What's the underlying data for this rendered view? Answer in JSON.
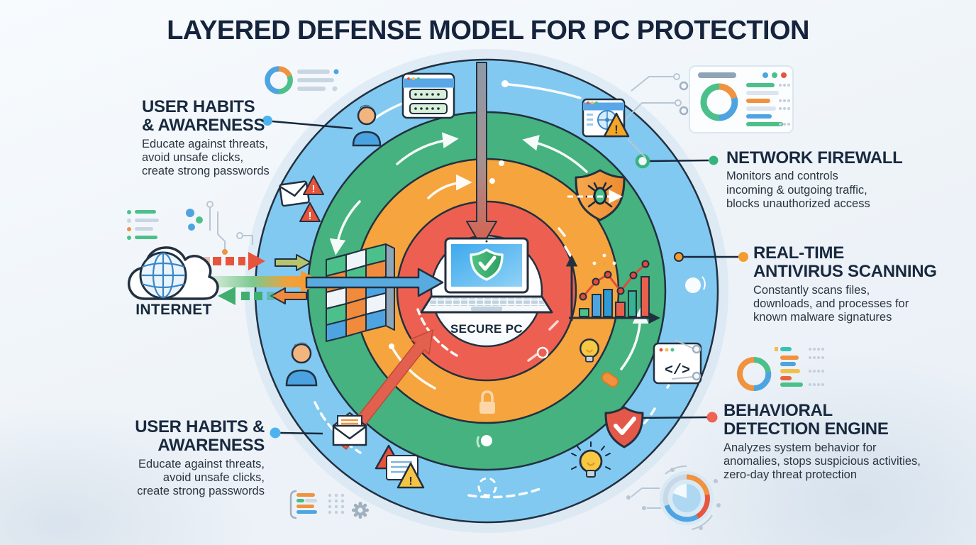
{
  "title": "LAYERED DEFENSE MODEL FOR PC PROTECTION",
  "center_label": "SECURE PC",
  "internet_label": "INTERNET",
  "callouts": {
    "user_habits_top": {
      "heading_lines": [
        "USER HABITS",
        "& AWARENESS"
      ],
      "body_lines": [
        "Educate against threats,",
        "avoid unsafe clicks,",
        "create strong passwords"
      ]
    },
    "network_firewall": {
      "heading_lines": [
        "NETWORK FIREWALL"
      ],
      "body_lines": [
        "Monitors and controls",
        "incoming & outgoing traffic,",
        "blocks unauthorized access"
      ]
    },
    "realtime_antivirus": {
      "heading_lines": [
        "REAL-TIME",
        "ANTIVIRUS SCANNING"
      ],
      "body_lines": [
        "Constantly scans files,",
        "downloads, and processes for",
        "known malware signatures"
      ]
    },
    "behavioral_engine": {
      "heading_lines": [
        "BEHAVIORAL",
        "DETECTION ENGINE"
      ],
      "body_lines": [
        "Analyzes system behavior for",
        "anomalies, stops suspicious activities,",
        "zero-day threat protection"
      ]
    },
    "user_habits_bottom": {
      "heading_lines": [
        "USER HABITS &",
        "AWARENESS"
      ],
      "body_lines": [
        "Educate against threats,",
        "avoid unsafe clicks,",
        "create strong passwords"
      ]
    }
  },
  "icons": {
    "code_glyph": "</>",
    "warning_glyph": "!"
  },
  "colors": {
    "ring_blue": "#82c9f2",
    "ring_green": "#45b27f",
    "ring_orange": "#f6a43e",
    "ring_red": "#ed6051",
    "center_fill": "#f9fcff",
    "outline_navy": "#22303f",
    "dot_blue": "#4db3f0",
    "dot_green": "#35b37e",
    "dot_orange": "#f49d2e",
    "dot_red": "#ee6352",
    "title_navy": "#15243c"
  }
}
